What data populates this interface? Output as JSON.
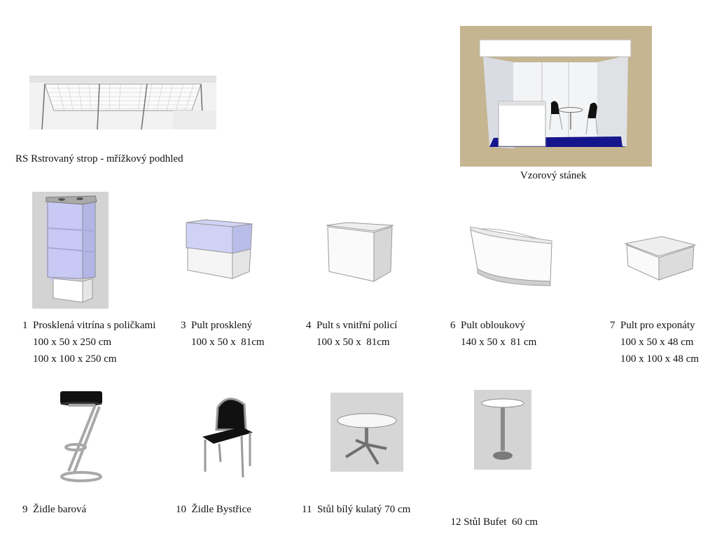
{
  "ceiling": {
    "caption": "RS Rstrovaný strop  - mřížkový podhled"
  },
  "sample_booth": {
    "caption": "Vzorový stánek"
  },
  "items": [
    {
      "number": "1",
      "name": "Prosklená vitrína s poličkami",
      "dims": [
        "100 x 50 x 250 cm",
        "100 x 100 x 250 cm"
      ]
    },
    {
      "number": "3",
      "name": "Pult prosklený",
      "dims": [
        "100 x 50 x  81cm"
      ]
    },
    {
      "number": "4",
      "name": "Pult s vnitřní policí",
      "dims": [
        "100 x 50 x  81cm"
      ]
    },
    {
      "number": "6",
      "name": "Pult obloukový",
      "dims": [
        "140 x 50 x  81 cm"
      ]
    },
    {
      "number": "7",
      "name": "Pult pro exponáty",
      "dims": [
        "100 x 50 x 48 cm",
        "100 x 100 x 48 cm"
      ]
    },
    {
      "number": "9",
      "name": "Židle barová",
      "dims": []
    },
    {
      "number": "10",
      "name": "Židle Bystřice",
      "dims": []
    },
    {
      "number": "11",
      "name": "Stůl bílý kulatý 70 cm",
      "dims": []
    },
    {
      "number": "12",
      "name": "Stůl Bufet  60 cm",
      "dims": []
    }
  ]
}
